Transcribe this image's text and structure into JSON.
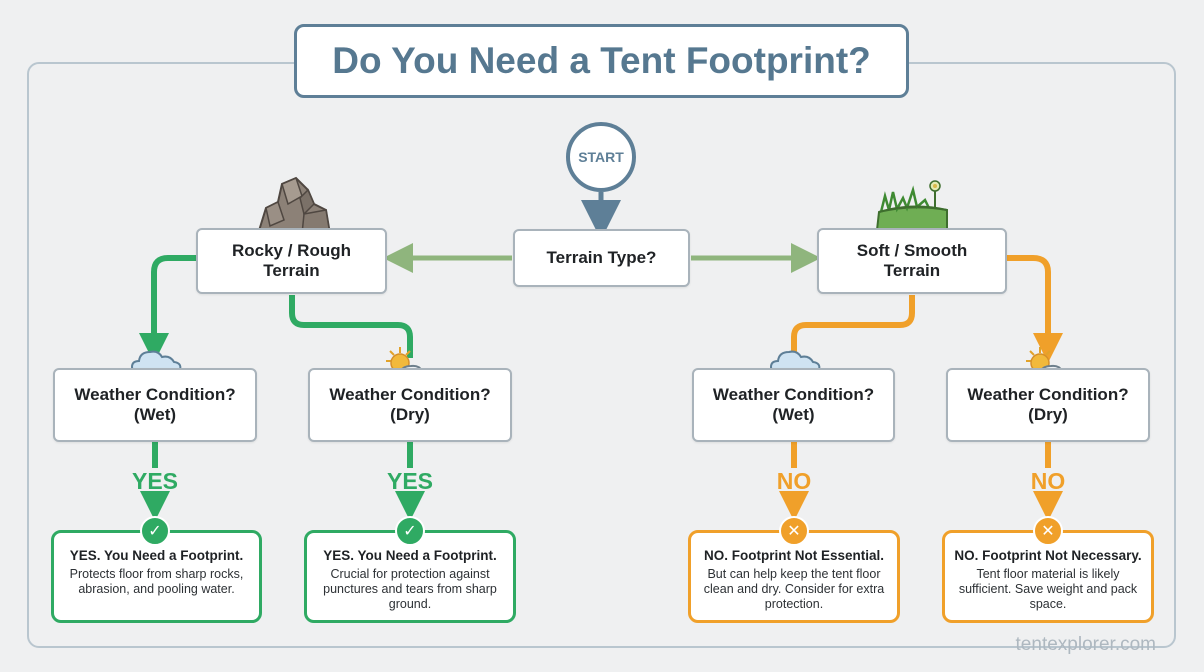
{
  "title": "Do You Need a Tent Footprint?",
  "start": "START",
  "root_question": "Terrain Type?",
  "terrains": {
    "rocky": {
      "line1": "Rocky / Rough",
      "line2": "Terrain",
      "icon": "rock-icon"
    },
    "soft": {
      "line1": "Soft / Smooth",
      "line2": "Terrain",
      "icon": "grass-icon"
    }
  },
  "weather": [
    {
      "line1": "Weather Condition?",
      "line2": "(Wet)",
      "icon": "rain-cloud-icon"
    },
    {
      "line1": "Weather Condition?",
      "line2": "(Dry)",
      "icon": "sun-cloud-icon"
    },
    {
      "line1": "Weather Condition?",
      "line2": "(Wet)",
      "icon": "rain-cloud-icon"
    },
    {
      "line1": "Weather Condition?",
      "line2": "(Dry)",
      "icon": "sun-cloud-icon"
    }
  ],
  "decisions": [
    "YES",
    "YES",
    "NO",
    "NO"
  ],
  "outcomes": [
    {
      "head": "YES. You Need a Footprint.",
      "desc": "Protects floor from sharp rocks, abrasion, and pooling water.",
      "badge": "✓"
    },
    {
      "head": "YES. You Need a Footprint.",
      "desc": "Crucial for protection against punctures and tears from sharp ground.",
      "badge": "✓"
    },
    {
      "head": "NO. Footprint Not Essential.",
      "desc": "But can help keep the tent floor clean and dry. Consider for extra protection.",
      "badge": "✕"
    },
    {
      "head": "NO. Footprint Not Necessary.",
      "desc": "Tent floor material is likely sufficient. Save weight and pack space.",
      "badge": "✕"
    }
  ],
  "colors": {
    "frame": "#5e7f97",
    "neutral_arrow": "#8fb57d",
    "yes_green": "#2faa63",
    "no_orange": "#f0a02a"
  },
  "watermark": "tentexplorer.com"
}
